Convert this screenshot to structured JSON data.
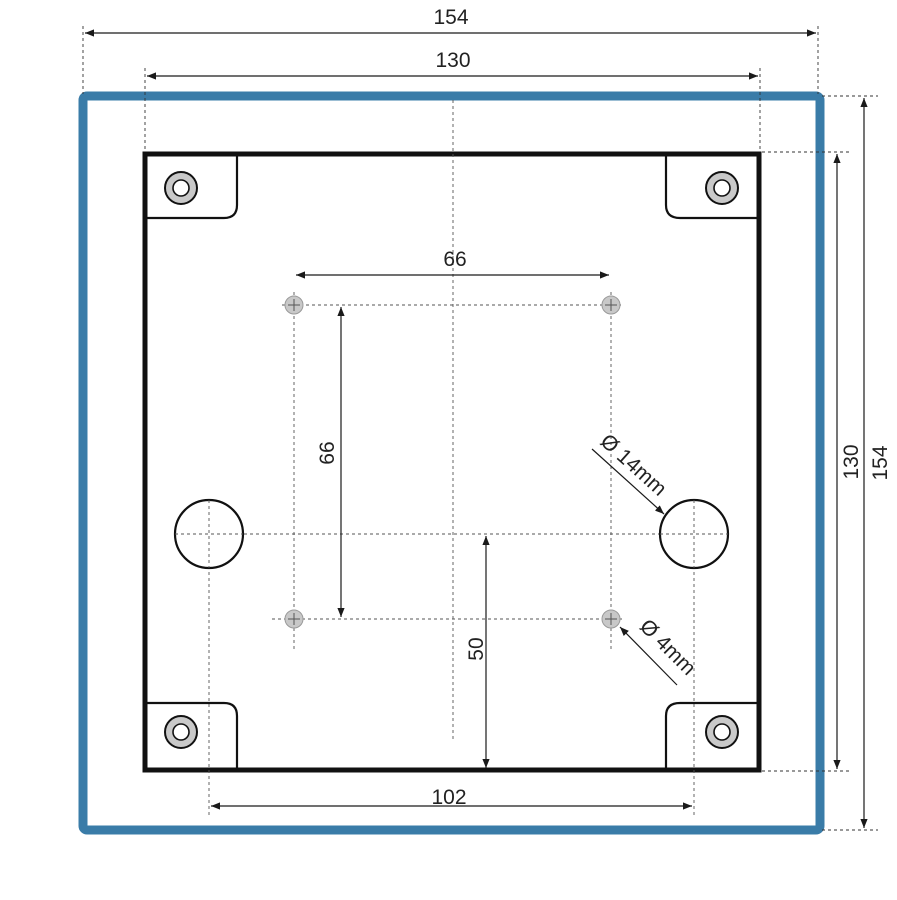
{
  "diagram": {
    "dimensions": {
      "outer_width": "154",
      "inner_width": "130",
      "outer_height": "154",
      "inner_height": "130",
      "pin_spacing_horizontal": "66",
      "pin_spacing_vertical": "66",
      "big_hole_spacing": "102",
      "center_to_bottom": "50"
    },
    "callouts": {
      "big_hole_diameter": "Ø 14mm",
      "pin_diameter": "Ø 4mm"
    },
    "colors": {
      "frame": "#3a7ca8",
      "plate_outline": "#111111",
      "pin_fill": "#c8c8c8",
      "screw_fill": "#c9c9c9"
    }
  }
}
